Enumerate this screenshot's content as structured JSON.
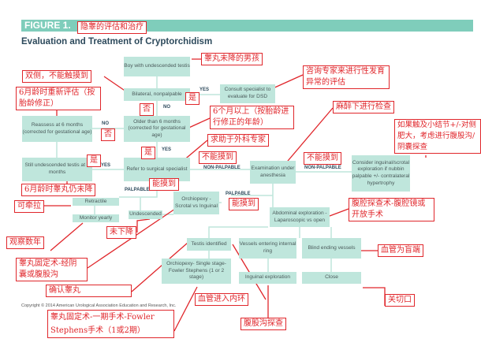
{
  "header": {
    "figure": "FIGURE 1.",
    "title": "Evaluation and Treatment of Cryptorchidism"
  },
  "boxes": {
    "boy": "Boy with undescended testis",
    "bilateral": "Bilateral, nonpalpable",
    "consult": "Consult specialist to evaluate for DSD",
    "older": "Older than 6 months (corrected for gestational age)",
    "reassess": "Reassess at 6 months (corrected for gestational age)",
    "still": "Still undescended testis at 6 months",
    "refer": "Refer to surgical specialist",
    "exam": "Examination under anesthesia",
    "consider": "Consider inguinal/scrotal exploration if nubbin palpable +/- contralateral hypertrophy",
    "retractile": "Retractile",
    "monitor": "Monitor yearly",
    "undescended": "Undescended",
    "orchiopexy": "Orchiopexy - Scrotal vs Inguinal",
    "abdominal": "Abdominal exploration - Laparoscopic vs open",
    "testis": "Testis identified",
    "orch2": "Orchiopexy- Single stage- Fowler Stephens (1 or 2 stage)",
    "vessels": "Vessels entering internal ring",
    "blind": "Blind ending vessels",
    "inguinal": "Inguinal exploration",
    "close": "Close"
  },
  "labels": {
    "yes": "YES",
    "no": "NO",
    "nonpalpable": "NON-PALPABLE",
    "palpable": "PALPABLE"
  },
  "annotations": {
    "title": "隐睾的评估和治疗",
    "boy": "睾丸未降的男孩",
    "bilateral": "双侧，不能触摸到",
    "reassess": "6月龄时重新评估（按胎龄修正）",
    "no": "否",
    "yes": "是",
    "consult": "咨询专家来进行性发育异常的评估",
    "older": "6个月以上（按胎龄进行修正的年龄）",
    "exam": "麻醉下进行检查",
    "refer": "求助于外科专家",
    "consider": "如果触及小结节+/-对侧肥大，考虑进行腹股沟/阴囊探查",
    "nonpalpable": "不能摸到",
    "still": "6月龄时睾丸仍未降",
    "palpable": "能摸到",
    "retractile": "可牵拉",
    "abdominal": "腹腔探查术-腹腔镜或开放手术",
    "undescended": "未下降",
    "monitor": "观察数年",
    "orchiopexy": "睾丸固定术-经阴囊或腹股沟",
    "blind": "血管为盲端",
    "testis": "确认睾丸",
    "vessels": "血管进入内环",
    "close": "关切口",
    "orch2": "睾丸固定术-一期手术-Fowler Stephens手术（1或2期）",
    "inguinal": "腹股沟探查"
  },
  "copyright": "Copyright © 2014 American Urological Association Education and Research, Inc.",
  "colors": {
    "header": "#7fcdbb",
    "box": "#bfe6dc",
    "annotation": "#e0262b"
  }
}
